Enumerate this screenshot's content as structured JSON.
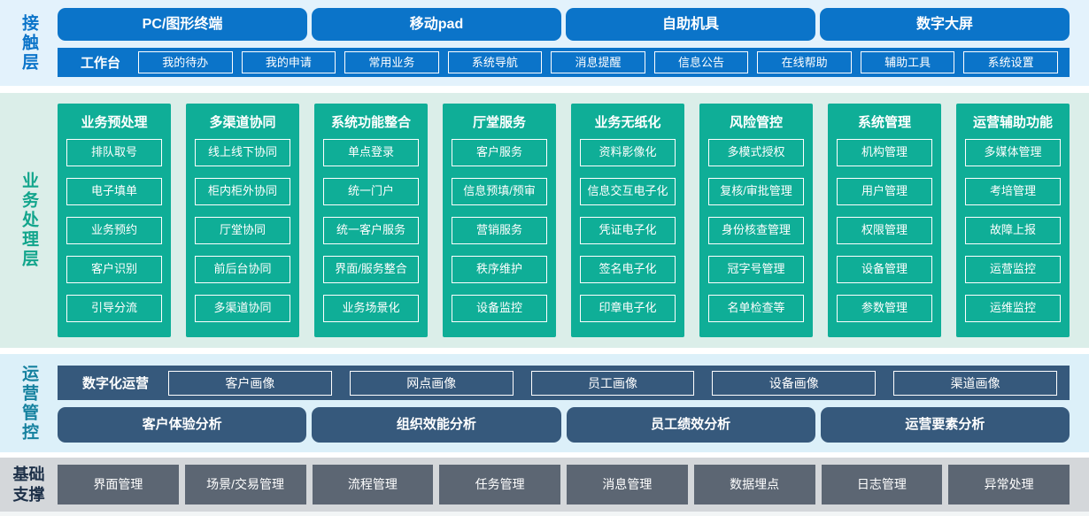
{
  "colors": {
    "blue": "#0b74c9",
    "light_blue_bg": "#e3f2fc",
    "green": "#0fae97",
    "mint_bg": "#dbeee9",
    "teal_label": "#12a58c",
    "slate": "#36597c",
    "ops_bg": "#dcf0f9",
    "cyan_label": "#15819f",
    "gray_bg": "#d4d7da",
    "btn_gray": "#5c6673",
    "navy_label": "#1d3048"
  },
  "contact_layer": {
    "label": "接触层",
    "channels": [
      "PC/图形终端",
      "移动pad",
      "自助机具",
      "数字大屏"
    ],
    "workbench": {
      "label": "工作台",
      "items": [
        "我的待办",
        "我的申请",
        "常用业务",
        "系统导航",
        "消息提醒",
        "信息公告",
        "在线帮助",
        "辅助工具",
        "系统设置"
      ]
    }
  },
  "business_layer": {
    "label": "业务处理层",
    "columns": [
      {
        "title": "业务预处理",
        "items": [
          "排队取号",
          "电子填单",
          "业务预约",
          "客户识别",
          "引导分流"
        ]
      },
      {
        "title": "多渠道协同",
        "items": [
          "线上线下协同",
          "柜内柜外协同",
          "厅堂协同",
          "前后台协同",
          "多渠道协同"
        ]
      },
      {
        "title": "系统功能整合",
        "items": [
          "单点登录",
          "统一门户",
          "统一客户服务",
          "界面/服务整合",
          "业务场景化"
        ]
      },
      {
        "title": "厅堂服务",
        "items": [
          "客户服务",
          "信息预填/预审",
          "营销服务",
          "秩序维护",
          "设备监控"
        ]
      },
      {
        "title": "业务无纸化",
        "items": [
          "资料影像化",
          "信息交互电子化",
          "凭证电子化",
          "签名电子化",
          "印章电子化"
        ]
      },
      {
        "title": "风险管控",
        "items": [
          "多模式授权",
          "复核/审批管理",
          "身份核查管理",
          "冠字号管理",
          "名单检查等"
        ]
      },
      {
        "title": "系统管理",
        "items": [
          "机构管理",
          "用户管理",
          "权限管理",
          "设备管理",
          "参数管理"
        ]
      },
      {
        "title": "运营辅助功能",
        "items": [
          "多媒体管理",
          "考培管理",
          "故障上报",
          "运营监控",
          "运维监控"
        ]
      }
    ]
  },
  "operations_layer": {
    "label": "运营管控",
    "digital_ops": {
      "label": "数字化运营",
      "items": [
        "客户画像",
        "网点画像",
        "员工画像",
        "设备画像",
        "渠道画像"
      ]
    },
    "analysis": [
      "客户体验分析",
      "组织效能分析",
      "员工绩效分析",
      "运营要素分析"
    ]
  },
  "foundation_layer": {
    "label": "基础支撑",
    "items": [
      "界面管理",
      "场景/交易管理",
      "流程管理",
      "任务管理",
      "消息管理",
      "数据埋点",
      "日志管理",
      "异常处理"
    ]
  }
}
